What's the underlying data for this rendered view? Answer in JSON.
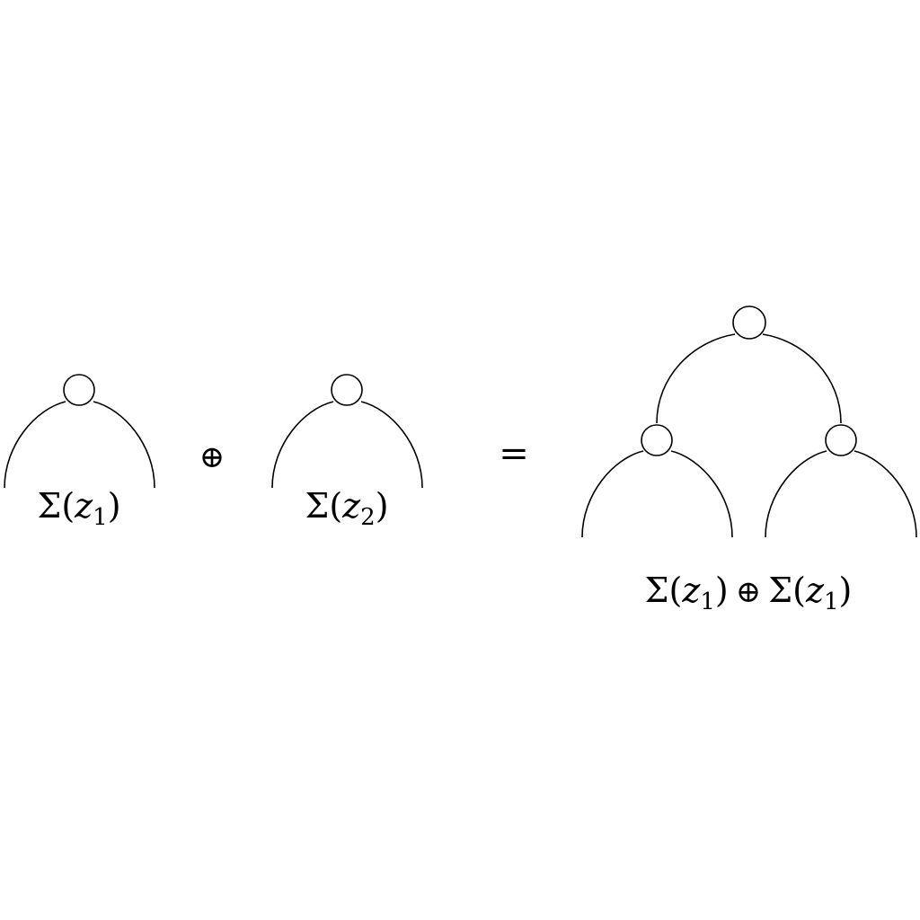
{
  "left_term": {
    "symbol": "Σ",
    "open": "(",
    "var": "z",
    "sub": "1",
    "close": ")"
  },
  "operator_plus": "⊕",
  "right_term": {
    "symbol": "Σ",
    "open": "(",
    "var": "z",
    "sub": "2",
    "close": ")"
  },
  "operator_equals": "=",
  "result": {
    "a_symbol": "Σ",
    "a_open": "(",
    "a_var": "z",
    "a_sub": "1",
    "a_close": ")",
    "op": "⊕",
    "b_symbol": "Σ",
    "b_open": "(",
    "b_var": "z",
    "b_sub": "1",
    "b_close": ")"
  }
}
